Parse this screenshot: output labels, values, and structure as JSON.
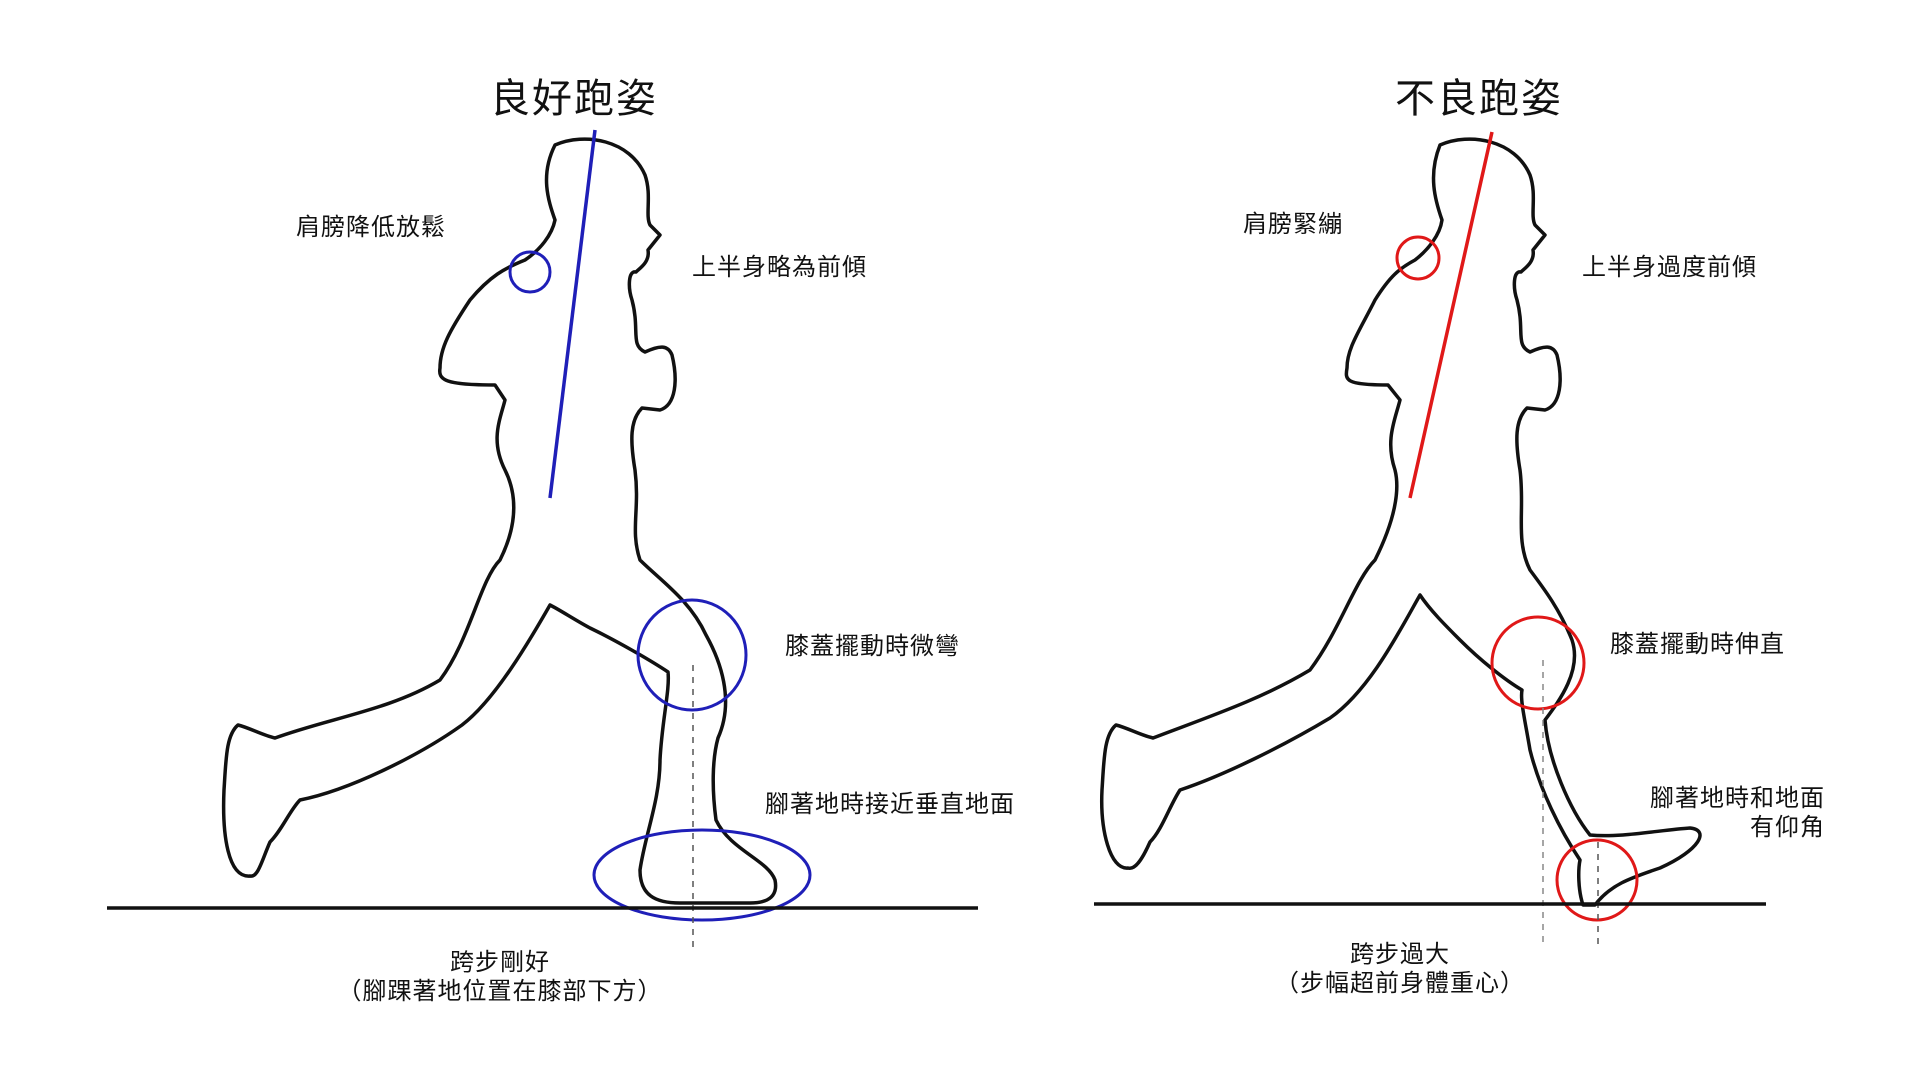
{
  "left_panel": {
    "title": "良好跑姿",
    "accent_color": "#1f1fb8",
    "labels": {
      "shoulder": "肩膀降低放鬆",
      "upper_body": "上半身略為前傾",
      "knee": "膝蓋擺動時微彎",
      "foot": "腳著地時接近垂直地面",
      "stride_line1": "跨步剛好",
      "stride_line2": "（腳踝著地位置在膝部下方）"
    }
  },
  "right_panel": {
    "title": "不良跑姿",
    "accent_color": "#e01818",
    "labels": {
      "shoulder": "肩膀緊繃",
      "upper_body": "上半身過度前傾",
      "knee": "膝蓋擺動時伸直",
      "foot_line1": "腳著地時和地面",
      "foot_line2": "有仰角",
      "stride_line1": "跨步過大",
      "stride_line2": "（步幅超前身體重心）"
    }
  }
}
